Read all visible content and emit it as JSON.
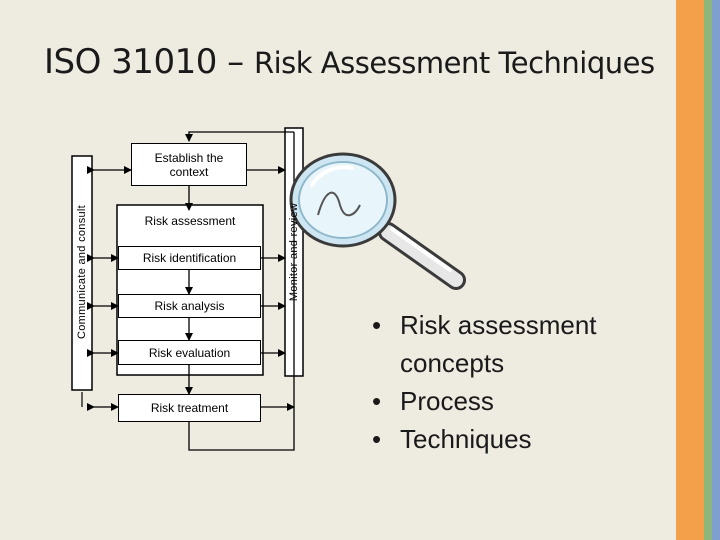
{
  "slide": {
    "title_main": "ISO 31010 – ",
    "title_sub": "Risk Assessment Techniques"
  },
  "diagram": {
    "establish_context": "Establish the context",
    "risk_assessment": "Risk assessment",
    "risk_identification": "Risk identification",
    "risk_analysis": "Risk analysis",
    "risk_evaluation": "Risk evaluation",
    "risk_treatment": "Risk treatment",
    "communicate_consult": "Communicate and consult",
    "monitor_review": "Monitor and review"
  },
  "bullets": [
    "Risk assessment concepts",
    "Process",
    "Techniques"
  ],
  "colors": {
    "stripe_orange": "#f4a04b",
    "stripe_green": "#8db67a",
    "stripe_blue": "#7f9fce",
    "background": "#eeebe1"
  },
  "icons": [
    "magnifying-glass-icon"
  ]
}
